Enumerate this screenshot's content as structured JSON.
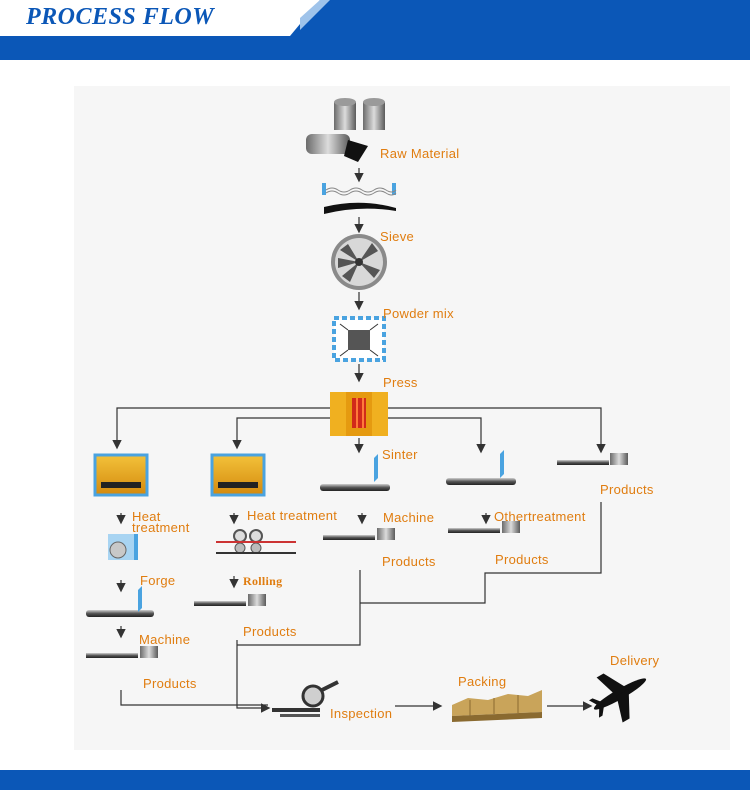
{
  "header": {
    "title": "PROCESS FLOW"
  },
  "colors": {
    "brand_blue": "#0b57b7",
    "label_orange": "#e07d10",
    "panel_bg": "#f6f6f6",
    "line": "#333333"
  },
  "labels": {
    "raw_material": "Raw Material",
    "sieve": "Sieve",
    "powder_mix": "Powder mix",
    "press": "Press",
    "sinter": "Sinter",
    "products_right": "Products",
    "heat_treatment_1a": "Heat",
    "heat_treatment_1b": "treatment",
    "heat_treatment_2": "Heat treatment",
    "machine_mid": "Machine",
    "other_treatment": "Othertreatment",
    "products_mid": "Products",
    "products_other": "Products",
    "forge": "Forge",
    "rolling": "Rolling",
    "products_rolling": "Products",
    "machine_left": "Machine",
    "products_left": "Products",
    "inspection": "Inspection",
    "packing": "Packing",
    "delivery": "Delivery"
  },
  "icons": [
    "drum-icon",
    "bolt-icon",
    "sieve-icon",
    "mixer-fan-icon",
    "press-die-icon",
    "furnace-icon",
    "rod-icon",
    "shaft-icon",
    "magnifier-icon",
    "pallet-icon",
    "airplane-icon"
  ]
}
